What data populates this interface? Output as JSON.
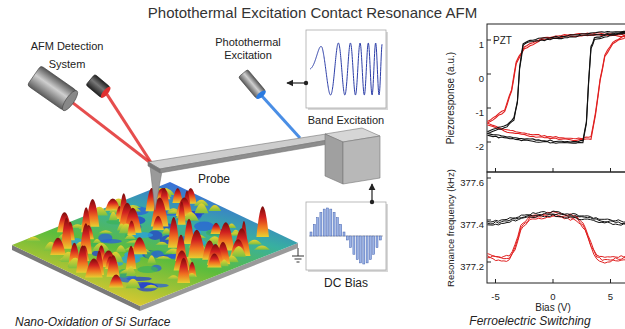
{
  "diagram": {
    "title": "Photothermal Excitation Contact Resonance AFM",
    "nodes": [
      {
        "text": [
          "Photothermal Excitation"
        ]
      },
      {
        "text": [
          "Band Excitation"
        ]
      },
      {
        "text": [
          "Probe"
        ]
      },
      {
        "text": [
          "DC Bias"
        ]
      }
    ],
    "edges": [
      {
        "from": 1,
        "to": 0,
        "arrow": "to"
      },
      {
        "from": 3,
        "to": 2,
        "arrow": "to"
      }
    ],
    "labels": [
      "AFM Detection System",
      "Nano-Oxidation of Si Surface",
      "PZT",
      "Piezoresponse (a.u.)",
      "1",
      "0",
      "-1",
      "-2",
      "Resonance frequency (kHz)",
      "377.6",
      "377.4",
      "377.2",
      "-5",
      "0",
      "5",
      "Bias (V)",
      "Ferroelectric Switching"
    ]
  }
}
